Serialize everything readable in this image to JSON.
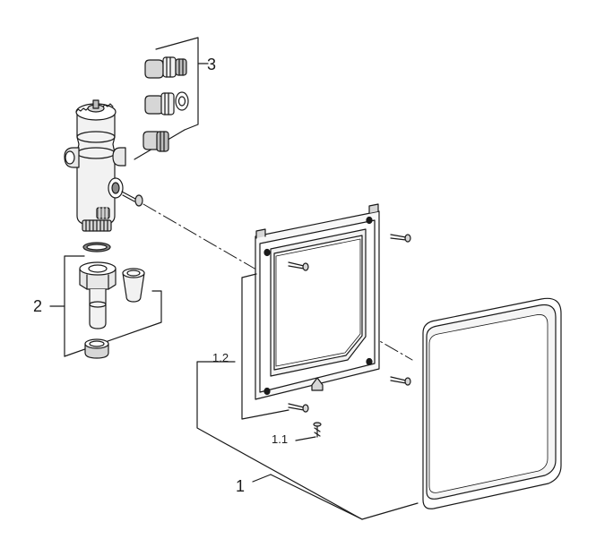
{
  "diagram": {
    "callouts": {
      "part_3": "3",
      "part_2": "2",
      "part_1_2": "1.2",
      "part_1_1": "1.1",
      "part_1": "1"
    },
    "colors": {
      "line": "#1a1a1a",
      "light_fill": "#f2f2f2",
      "mid_fill": "#d6d6d6",
      "dark_fill": "#8a8a8a"
    }
  }
}
